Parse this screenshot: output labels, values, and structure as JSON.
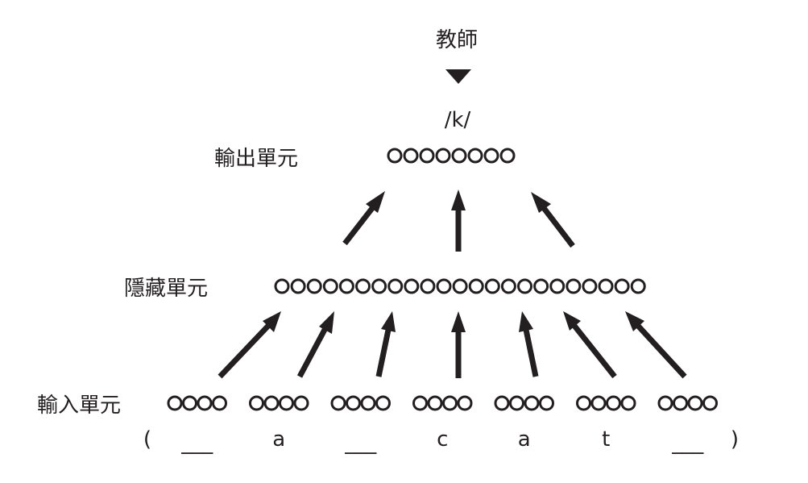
{
  "teacher_label": "教師",
  "target_output": "/k/",
  "output_layer": {
    "label": "輸出單元",
    "unit_count": 8
  },
  "hidden_layer": {
    "label": "隱藏單元",
    "unit_count": 23
  },
  "input_layer": {
    "label": "輸入單元",
    "group_count": 7,
    "units_per_group": 4
  },
  "input_window": {
    "open_paren": "(",
    "close_paren": ")",
    "slots": [
      "___",
      "a",
      "___",
      "c",
      "a",
      "t",
      "___"
    ]
  },
  "colors": {
    "ink": "#231f20",
    "background": "#ffffff"
  }
}
